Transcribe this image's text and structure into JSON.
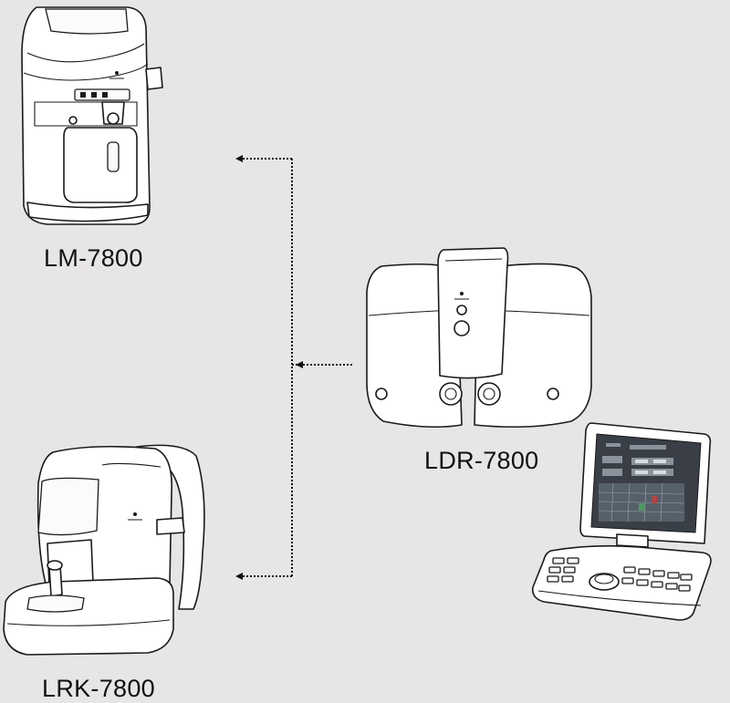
{
  "devices": {
    "lm": {
      "name": "LM-7800",
      "icon": "lensmeter-icon"
    },
    "ldr": {
      "name": "LDR-7800",
      "icon": "digital-refractor-head-icon"
    },
    "lrk": {
      "name": "LRK-7800",
      "icon": "autorefractor-keratometer-icon"
    },
    "console": {
      "icon": "control-console-icon"
    }
  },
  "colors": {
    "background": "#e7e5e5",
    "line": "#111111",
    "device_fill": "#ffffff",
    "screen": "#3a3f47"
  }
}
